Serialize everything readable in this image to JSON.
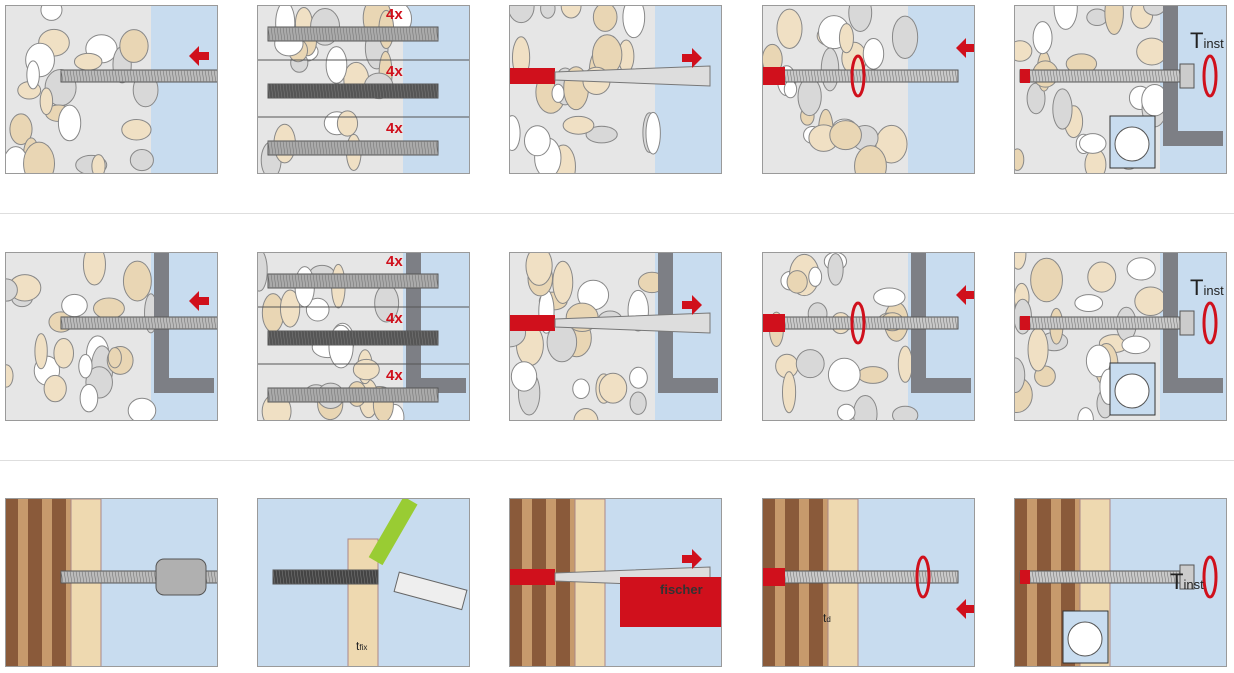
{
  "labels": {
    "multiplier": "4x",
    "torque_main": "T",
    "torque_sub": "inst",
    "tfix_main": "t",
    "tfix_sub": "fix",
    "td_main": "t",
    "td_sub": "d",
    "brand": "fischer"
  },
  "rows": [
    {
      "name": "solid-concrete-push-through",
      "steps": [
        "drill",
        "clean",
        "inject",
        "insert",
        "torque"
      ]
    },
    {
      "name": "solid-concrete-standoff",
      "steps": [
        "drill",
        "clean",
        "inject",
        "insert",
        "torque"
      ]
    },
    {
      "name": "hollow-masonry",
      "steps": [
        "drill",
        "cut-sleeve",
        "inject",
        "insert",
        "torque"
      ]
    }
  ],
  "colors": {
    "accent_red": "#d0101c",
    "sky": "#c8dcef",
    "concrete": "#e6e6e6",
    "wood": "#eed9b0",
    "brick": "#8a5a3a"
  }
}
